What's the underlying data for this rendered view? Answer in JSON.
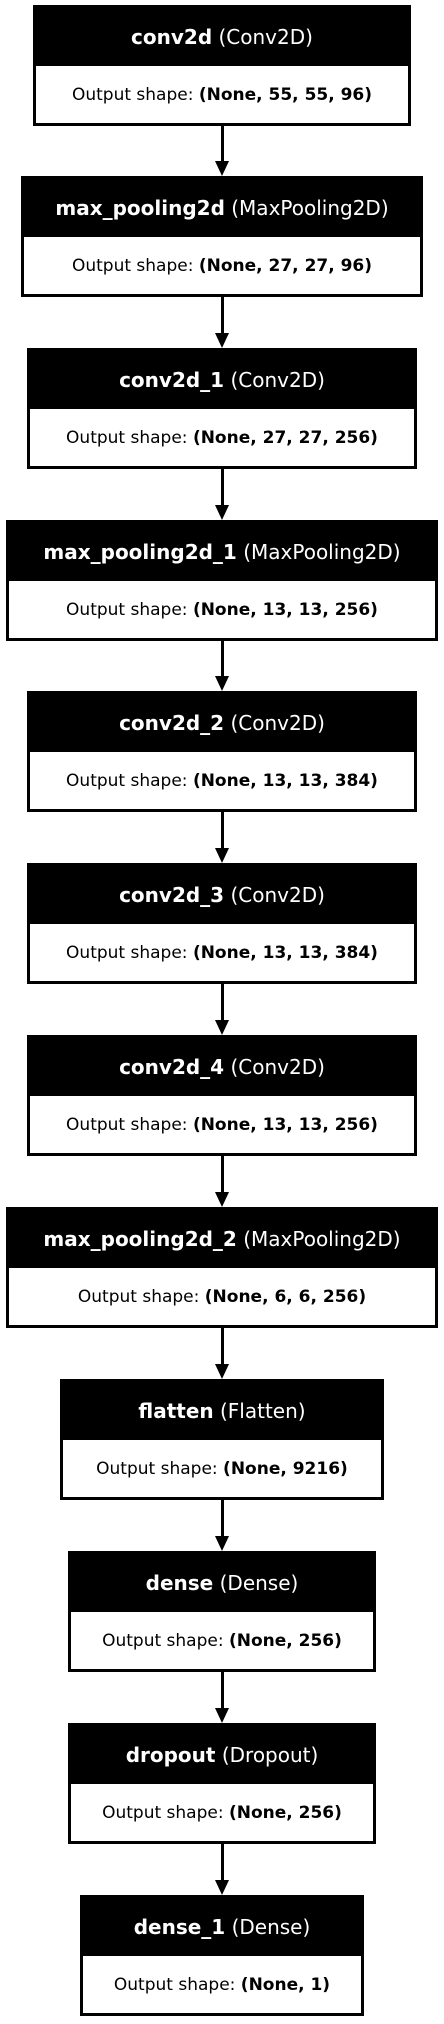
{
  "output_shape_label": "Output shape:",
  "layers": [
    {
      "name": "conv2d",
      "type": "(Conv2D)",
      "output_shape": "(None, 55, 55, 96)"
    },
    {
      "name": "max_pooling2d",
      "type": "(MaxPooling2D)",
      "output_shape": "(None, 27, 27, 96)"
    },
    {
      "name": "conv2d_1",
      "type": "(Conv2D)",
      "output_shape": "(None, 27, 27, 256)"
    },
    {
      "name": "max_pooling2d_1",
      "type": "(MaxPooling2D)",
      "output_shape": "(None, 13, 13, 256)"
    },
    {
      "name": "conv2d_2",
      "type": "(Conv2D)",
      "output_shape": "(None, 13, 13, 384)"
    },
    {
      "name": "conv2d_3",
      "type": "(Conv2D)",
      "output_shape": "(None, 13, 13, 384)"
    },
    {
      "name": "conv2d_4",
      "type": "(Conv2D)",
      "output_shape": "(None, 13, 13, 256)"
    },
    {
      "name": "max_pooling2d_2",
      "type": "(MaxPooling2D)",
      "output_shape": "(None, 6, 6, 256)"
    },
    {
      "name": "flatten",
      "type": "(Flatten)",
      "output_shape": "(None, 9216)"
    },
    {
      "name": "dense",
      "type": "(Dense)",
      "output_shape": "(None, 256)"
    },
    {
      "name": "dropout",
      "type": "(Dropout)",
      "output_shape": "(None, 256)"
    },
    {
      "name": "dense_1",
      "type": "(Dense)",
      "output_shape": "(None, 1)"
    }
  ]
}
